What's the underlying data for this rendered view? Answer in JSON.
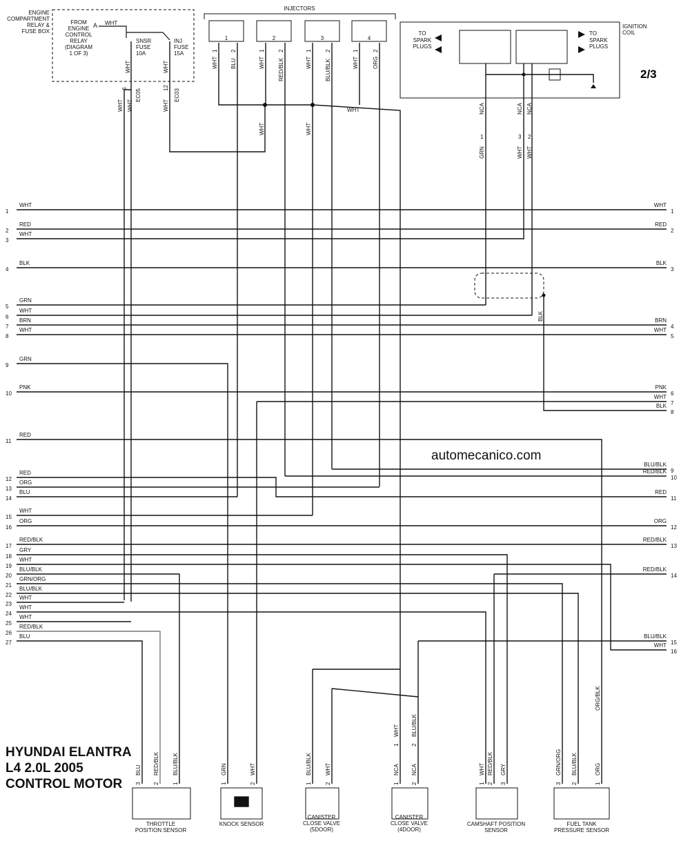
{
  "page_number": "2/3",
  "watermark": "automecanico.com",
  "title": {
    "line1": "HYUNDAI ELANTRA",
    "line2": "L4 2.0L 2005",
    "line3": "CONTROL MOTOR"
  },
  "relay_box": {
    "header": [
      "ENGINE",
      "COMPARTMENT",
      "RELAY &",
      "FUSE BOX"
    ],
    "from": [
      "FROM",
      "ENGINE",
      "CONTROL",
      "RELAY",
      "(DIAGRAM",
      "1 OF 3)"
    ],
    "connector_letter": "A",
    "feed_wire": "WHT",
    "fuse1": [
      "SNSR",
      "FUSE",
      "10A"
    ],
    "fuse2": [
      "INJ",
      "FUSE",
      "15A"
    ],
    "out_wires": [
      "WHT",
      "WHT"
    ],
    "pins": [
      "6",
      "12"
    ],
    "connectors": [
      "EC05",
      "EC03"
    ],
    "branch_wires": [
      "WHT",
      "WHT"
    ]
  },
  "injectors": {
    "label": "INJECTORS",
    "units": [
      {
        "num": "1",
        "pins": [
          "1",
          "2"
        ],
        "wires": [
          "WHT",
          "BLU"
        ]
      },
      {
        "num": "2",
        "pins": [
          "1",
          "2"
        ],
        "wires": [
          "WHT",
          "RED/BLK"
        ]
      },
      {
        "num": "3",
        "pins": [
          "1",
          "2"
        ],
        "wires": [
          "WHT",
          "BLU/BLK"
        ]
      },
      {
        "num": "4",
        "pins": [
          "1",
          "2"
        ],
        "wires": [
          "WHT",
          "ORG"
        ]
      }
    ],
    "bus_wires": [
      "WHT",
      "WHT",
      "WHT"
    ]
  },
  "ignition_coil": {
    "label": [
      "IGNITION",
      "COIL"
    ],
    "left_out": [
      "TO",
      "SPARK",
      "PLUGS"
    ],
    "right_out": [
      "TO",
      "SPARK",
      "PLUGS"
    ],
    "pins": [
      {
        "pin": "1",
        "top": "NCA",
        "wire": "GRN"
      },
      {
        "pin": "3",
        "top": "NCA",
        "wire": "WHT"
      },
      {
        "pin": "2",
        "top": "NCA",
        "wire": "WHT"
      }
    ],
    "ground_wire": "BLK"
  },
  "left_pins": [
    {
      "n": "1",
      "color": "WHT"
    },
    {
      "n": "2",
      "color": "RED"
    },
    {
      "n": "3",
      "color": "WHT"
    },
    {
      "n": "4",
      "color": "BLK"
    },
    {
      "n": "5",
      "color": "GRN"
    },
    {
      "n": "6",
      "color": "WHT"
    },
    {
      "n": "7",
      "color": "BRN"
    },
    {
      "n": "8",
      "color": "WHT"
    },
    {
      "n": "9",
      "color": "GRN"
    },
    {
      "n": "10",
      "color": "PNK"
    },
    {
      "n": "11",
      "color": "RED"
    },
    {
      "n": "12",
      "color": "RED"
    },
    {
      "n": "13",
      "color": "ORG"
    },
    {
      "n": "14",
      "color": "BLU"
    },
    {
      "n": "15",
      "color": "WHT"
    },
    {
      "n": "16",
      "color": "ORG"
    },
    {
      "n": "17",
      "color": "RED/BLK"
    },
    {
      "n": "18",
      "color": "GRY"
    },
    {
      "n": "19",
      "color": "WHT"
    },
    {
      "n": "20",
      "color": "BLU/BLK"
    },
    {
      "n": "21",
      "color": "GRN/ORG"
    },
    {
      "n": "22",
      "color": "BLU/BLK"
    },
    {
      "n": "23",
      "color": "WHT"
    },
    {
      "n": "24",
      "color": "WHT"
    },
    {
      "n": "25",
      "color": "WHT"
    },
    {
      "n": "26",
      "color": "RED/BLK"
    },
    {
      "n": "27",
      "color": "BLU"
    }
  ],
  "right_pins": [
    {
      "n": "1",
      "color": "WHT"
    },
    {
      "n": "2",
      "color": "RED"
    },
    {
      "n": "3",
      "color": "BLK"
    },
    {
      "n": "4",
      "color": "BRN"
    },
    {
      "n": "5",
      "color": "WHT"
    },
    {
      "n": "6",
      "color": "PNK"
    },
    {
      "n": "7",
      "color": "WHT"
    },
    {
      "n": "8",
      "color": "BLK"
    },
    {
      "n": "9",
      "color": "BLU/BLK"
    },
    {
      "n": "10",
      "color": "RED/BLK"
    },
    {
      "n": "11",
      "color": "RED"
    },
    {
      "n": "12",
      "color": "ORG"
    },
    {
      "n": "13",
      "color": "RED/BLK"
    },
    {
      "n": "14",
      "color": "RED/BLK"
    },
    {
      "n": "15",
      "color": "BLU/BLK"
    },
    {
      "n": "16",
      "color": "WHT"
    }
  ],
  "sensors": [
    {
      "name": [
        "THROTTLE",
        "POSITION SENSOR"
      ],
      "pins": [
        "3",
        "2",
        "1"
      ],
      "wires": [
        "BLU",
        "RED/BLK",
        "BLU/BLK"
      ]
    },
    {
      "name": [
        "KNOCK SENSOR"
      ],
      "pins": [
        "1",
        "2"
      ],
      "wires": [
        "GRN",
        "WHT"
      ]
    },
    {
      "name": [
        "CANISTER",
        "CLOSE VALVE",
        "(5DOOR)"
      ],
      "pins": [
        "1",
        "2"
      ],
      "wires": [
        "BLU/BLK",
        "WHT"
      ]
    },
    {
      "name": [
        "CANISTER",
        "CLOSE VALVE",
        "(4DOOR)"
      ],
      "pins": [
        "1",
        "2"
      ],
      "wires": [
        "NCA",
        "NCA"
      ],
      "upper_pins": [
        "1",
        "2"
      ],
      "upper_wires": [
        "WHT",
        "BLU/BLK"
      ]
    },
    {
      "name": [
        "CAMSHAFT POSITION",
        "SENSOR"
      ],
      "pins": [
        "1",
        "2",
        "3"
      ],
      "wires": [
        "WHT",
        "RED/BLK",
        "GRY"
      ]
    },
    {
      "name": [
        "FUEL TANK",
        "PRESSURE SENSOR"
      ],
      "pins": [
        "3",
        "2",
        "1"
      ],
      "wires": [
        "GRN/ORG",
        "BLU/BLK",
        "ORG"
      ],
      "upper_wire": "ORG/BLK"
    }
  ]
}
